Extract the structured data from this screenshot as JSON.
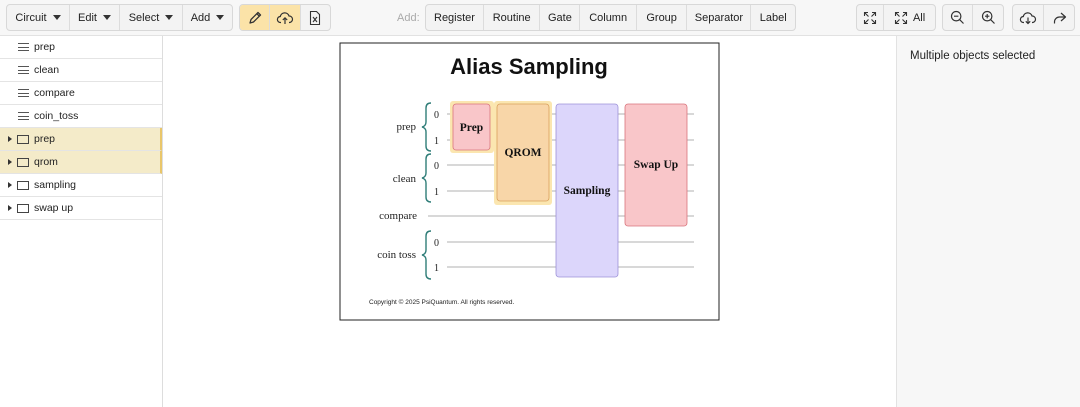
{
  "toolbar": {
    "menus": [
      "Circuit",
      "Edit",
      "Select",
      "Add"
    ],
    "add_label": "Add:",
    "add_items": [
      "Register",
      "Routine",
      "Gate",
      "Column",
      "Group",
      "Separator",
      "Label"
    ],
    "fit_all_label": "All"
  },
  "sidebar": {
    "items": [
      {
        "label": "prep",
        "kind": "register"
      },
      {
        "label": "clean",
        "kind": "register"
      },
      {
        "label": "compare",
        "kind": "register"
      },
      {
        "label": "coin_toss",
        "kind": "register"
      },
      {
        "label": "prep",
        "kind": "routine",
        "highlighted": true
      },
      {
        "label": "qrom",
        "kind": "routine",
        "highlighted": true
      },
      {
        "label": "sampling",
        "kind": "routine"
      },
      {
        "label": "swap up",
        "kind": "routine"
      }
    ]
  },
  "diagram": {
    "title": "Alias Sampling",
    "registers": [
      {
        "name": "prep",
        "qubits": [
          "0",
          "1"
        ]
      },
      {
        "name": "clean",
        "qubits": [
          "0",
          "1"
        ]
      },
      {
        "name": "compare",
        "qubits": []
      },
      {
        "name": "coin toss",
        "qubits": [
          "0",
          "1"
        ]
      }
    ],
    "gates": [
      "Prep",
      "QROM",
      "Sampling",
      "Swap Up"
    ],
    "copyright": "Copyright © 2025 PsiQuantum. All rights reserved.",
    "colors": {
      "prep": "#f9c6c9",
      "qrom": "#f8d6a8",
      "sampling": "#dcd6fb",
      "swap_up": "#f9c6c9",
      "selection": "#fbe6b0",
      "brace": "#2f7d78"
    }
  },
  "inspector": {
    "status": "Multiple objects selected"
  }
}
